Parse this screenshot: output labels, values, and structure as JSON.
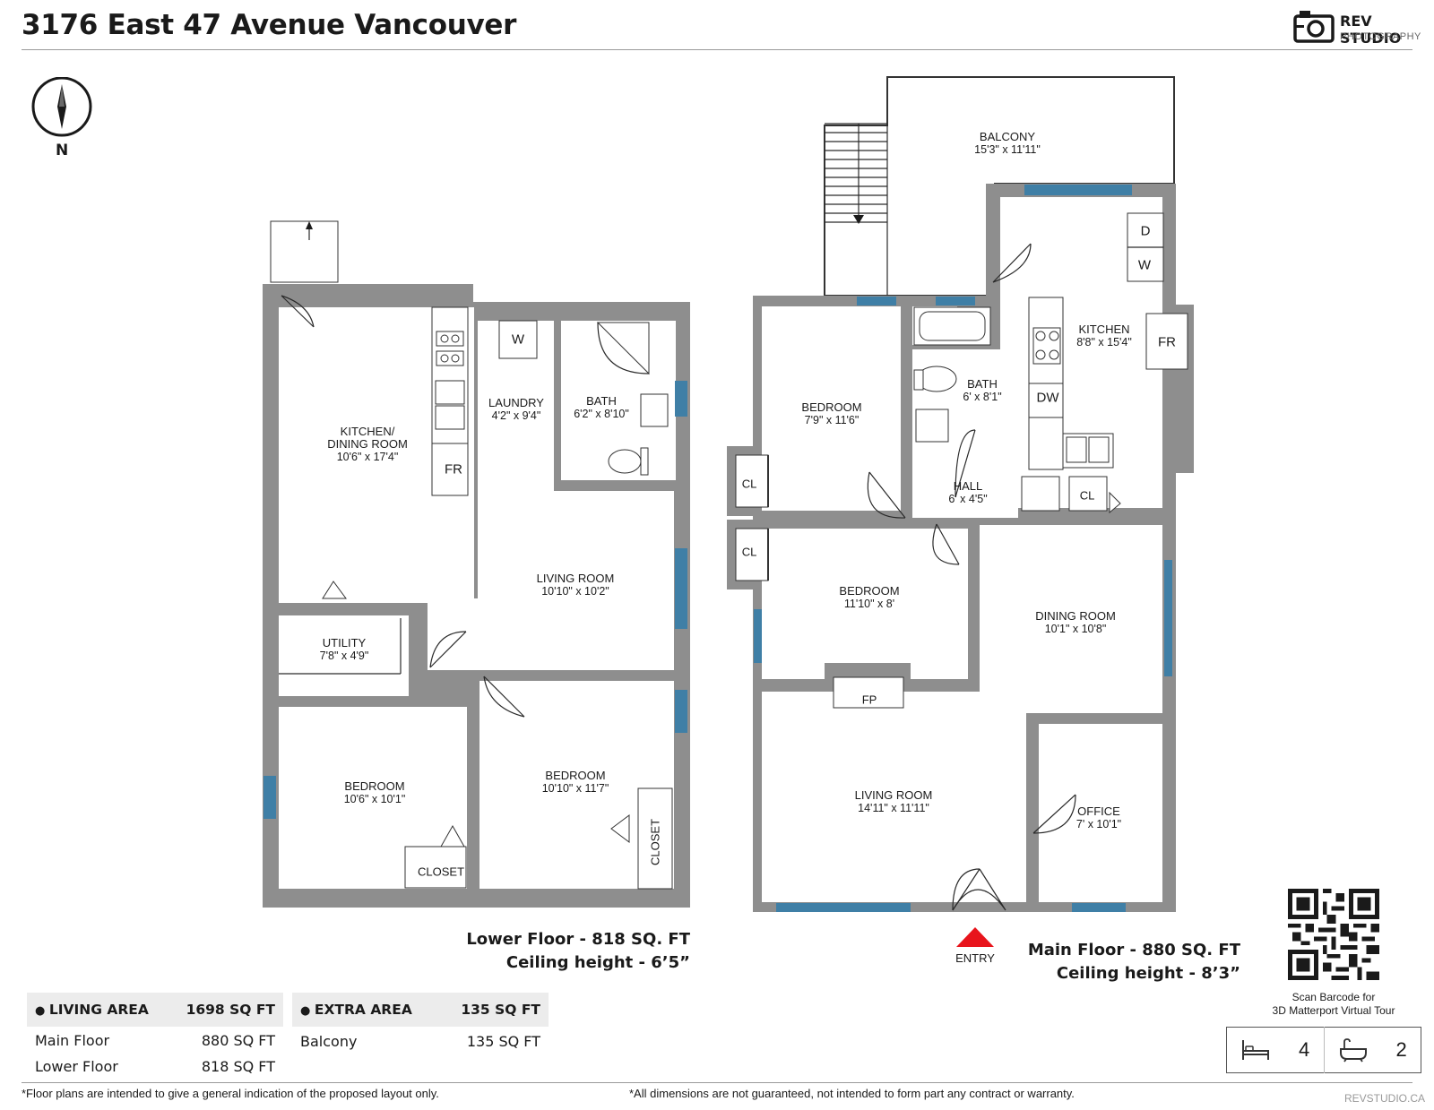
{
  "header": {
    "title": "3176 East 47 Avenue Vancouver",
    "brand_name": "REV STUDIO",
    "brand_sub": "PHOTOGRAPHY"
  },
  "compass": {
    "label": "N"
  },
  "rooms": {
    "kitchen_dining": {
      "name": "KITCHEN/\nDINING ROOM",
      "dim": "10'6\" x 17'4\""
    },
    "laundry": {
      "name": "LAUNDRY",
      "dim": "4'2\" x 9'4\""
    },
    "bath_lower": {
      "name": "BATH",
      "dim": "6'2\" x 8'10\""
    },
    "living_lower": {
      "name": "LIVING ROOM",
      "dim": "10'10\" x 10'2\""
    },
    "utility": {
      "name": "UTILITY",
      "dim": "7'8\" x 4'9\""
    },
    "bedroom_lower_left": {
      "name": "BEDROOM",
      "dim": "10'6\" x 10'1\""
    },
    "bedroom_lower_right": {
      "name": "BEDROOM",
      "dim": "10'10\" x 11'7\""
    },
    "balcony": {
      "name": "BALCONY",
      "dim": "15'3\" x 11'11\""
    },
    "kitchen_main": {
      "name": "KITCHEN",
      "dim": "8'8\" x 15'4\""
    },
    "bedroom_main_top": {
      "name": "BEDROOM",
      "dim": "7'9\" x 11'6\""
    },
    "bath_main": {
      "name": "BATH",
      "dim": "6' x 8'1\""
    },
    "hall": {
      "name": "HALL",
      "dim": "6' x 4'5\""
    },
    "bedroom_main_mid": {
      "name": "BEDROOM",
      "dim": "11'10\" x 8'"
    },
    "dining_main": {
      "name": "DINING ROOM",
      "dim": "10'1\" x 10'8\""
    },
    "living_main": {
      "name": "LIVING ROOM",
      "dim": "14'11\" x 11'11\""
    },
    "office": {
      "name": "OFFICE",
      "dim": "7' x 10'1\""
    }
  },
  "fixtures": {
    "w_lower": "W",
    "fr_lower": "FR",
    "closet_lower_1": "CLOSET",
    "closet_lower_2": "CLOSET",
    "d_main": "D",
    "w_main": "W",
    "fr_main": "FR",
    "dw_main": "DW",
    "cl_1": "CL",
    "cl_2": "CL",
    "cl_3": "CL",
    "fp": "FP"
  },
  "captions": {
    "lower_floor": "Lower Floor - 818 SQ. FT",
    "lower_ceiling": "Ceiling height - 6’5”",
    "main_floor": "Main Floor - 880 SQ. FT",
    "main_ceiling": "Ceiling height - 8’3”",
    "entry": "ENTRY"
  },
  "living_area": {
    "header": "LIVING AREA",
    "total": "1698 SQ FT",
    "rows": [
      {
        "label": "Main Floor",
        "value": "880 SQ FT"
      },
      {
        "label": "Lower Floor",
        "value": "818 SQ FT"
      }
    ]
  },
  "extra_area": {
    "header": "EXTRA AREA",
    "total": "135 SQ FT",
    "rows": [
      {
        "label": "Balcony",
        "value": "135 SQ FT"
      }
    ]
  },
  "qr": {
    "caption_1": "Scan Barcode for",
    "caption_2": "3D Matterport Virtual Tour"
  },
  "stats": {
    "bedrooms": "4",
    "bathrooms": "2",
    "bed_icon": "bed-icon",
    "bath_icon": "bathtub-icon"
  },
  "footer": {
    "disclaimer_left": "*Floor plans are intended to give a general indication of the proposed layout only.",
    "disclaimer_right": "*All dimensions are not guaranteed, not intended to form part any contract or warranty.",
    "site": "REVSTUDIO.CA"
  },
  "colors": {
    "wall": "#8e8e8e",
    "window": "#3f7fa6",
    "entry_arrow": "#e8141c"
  }
}
